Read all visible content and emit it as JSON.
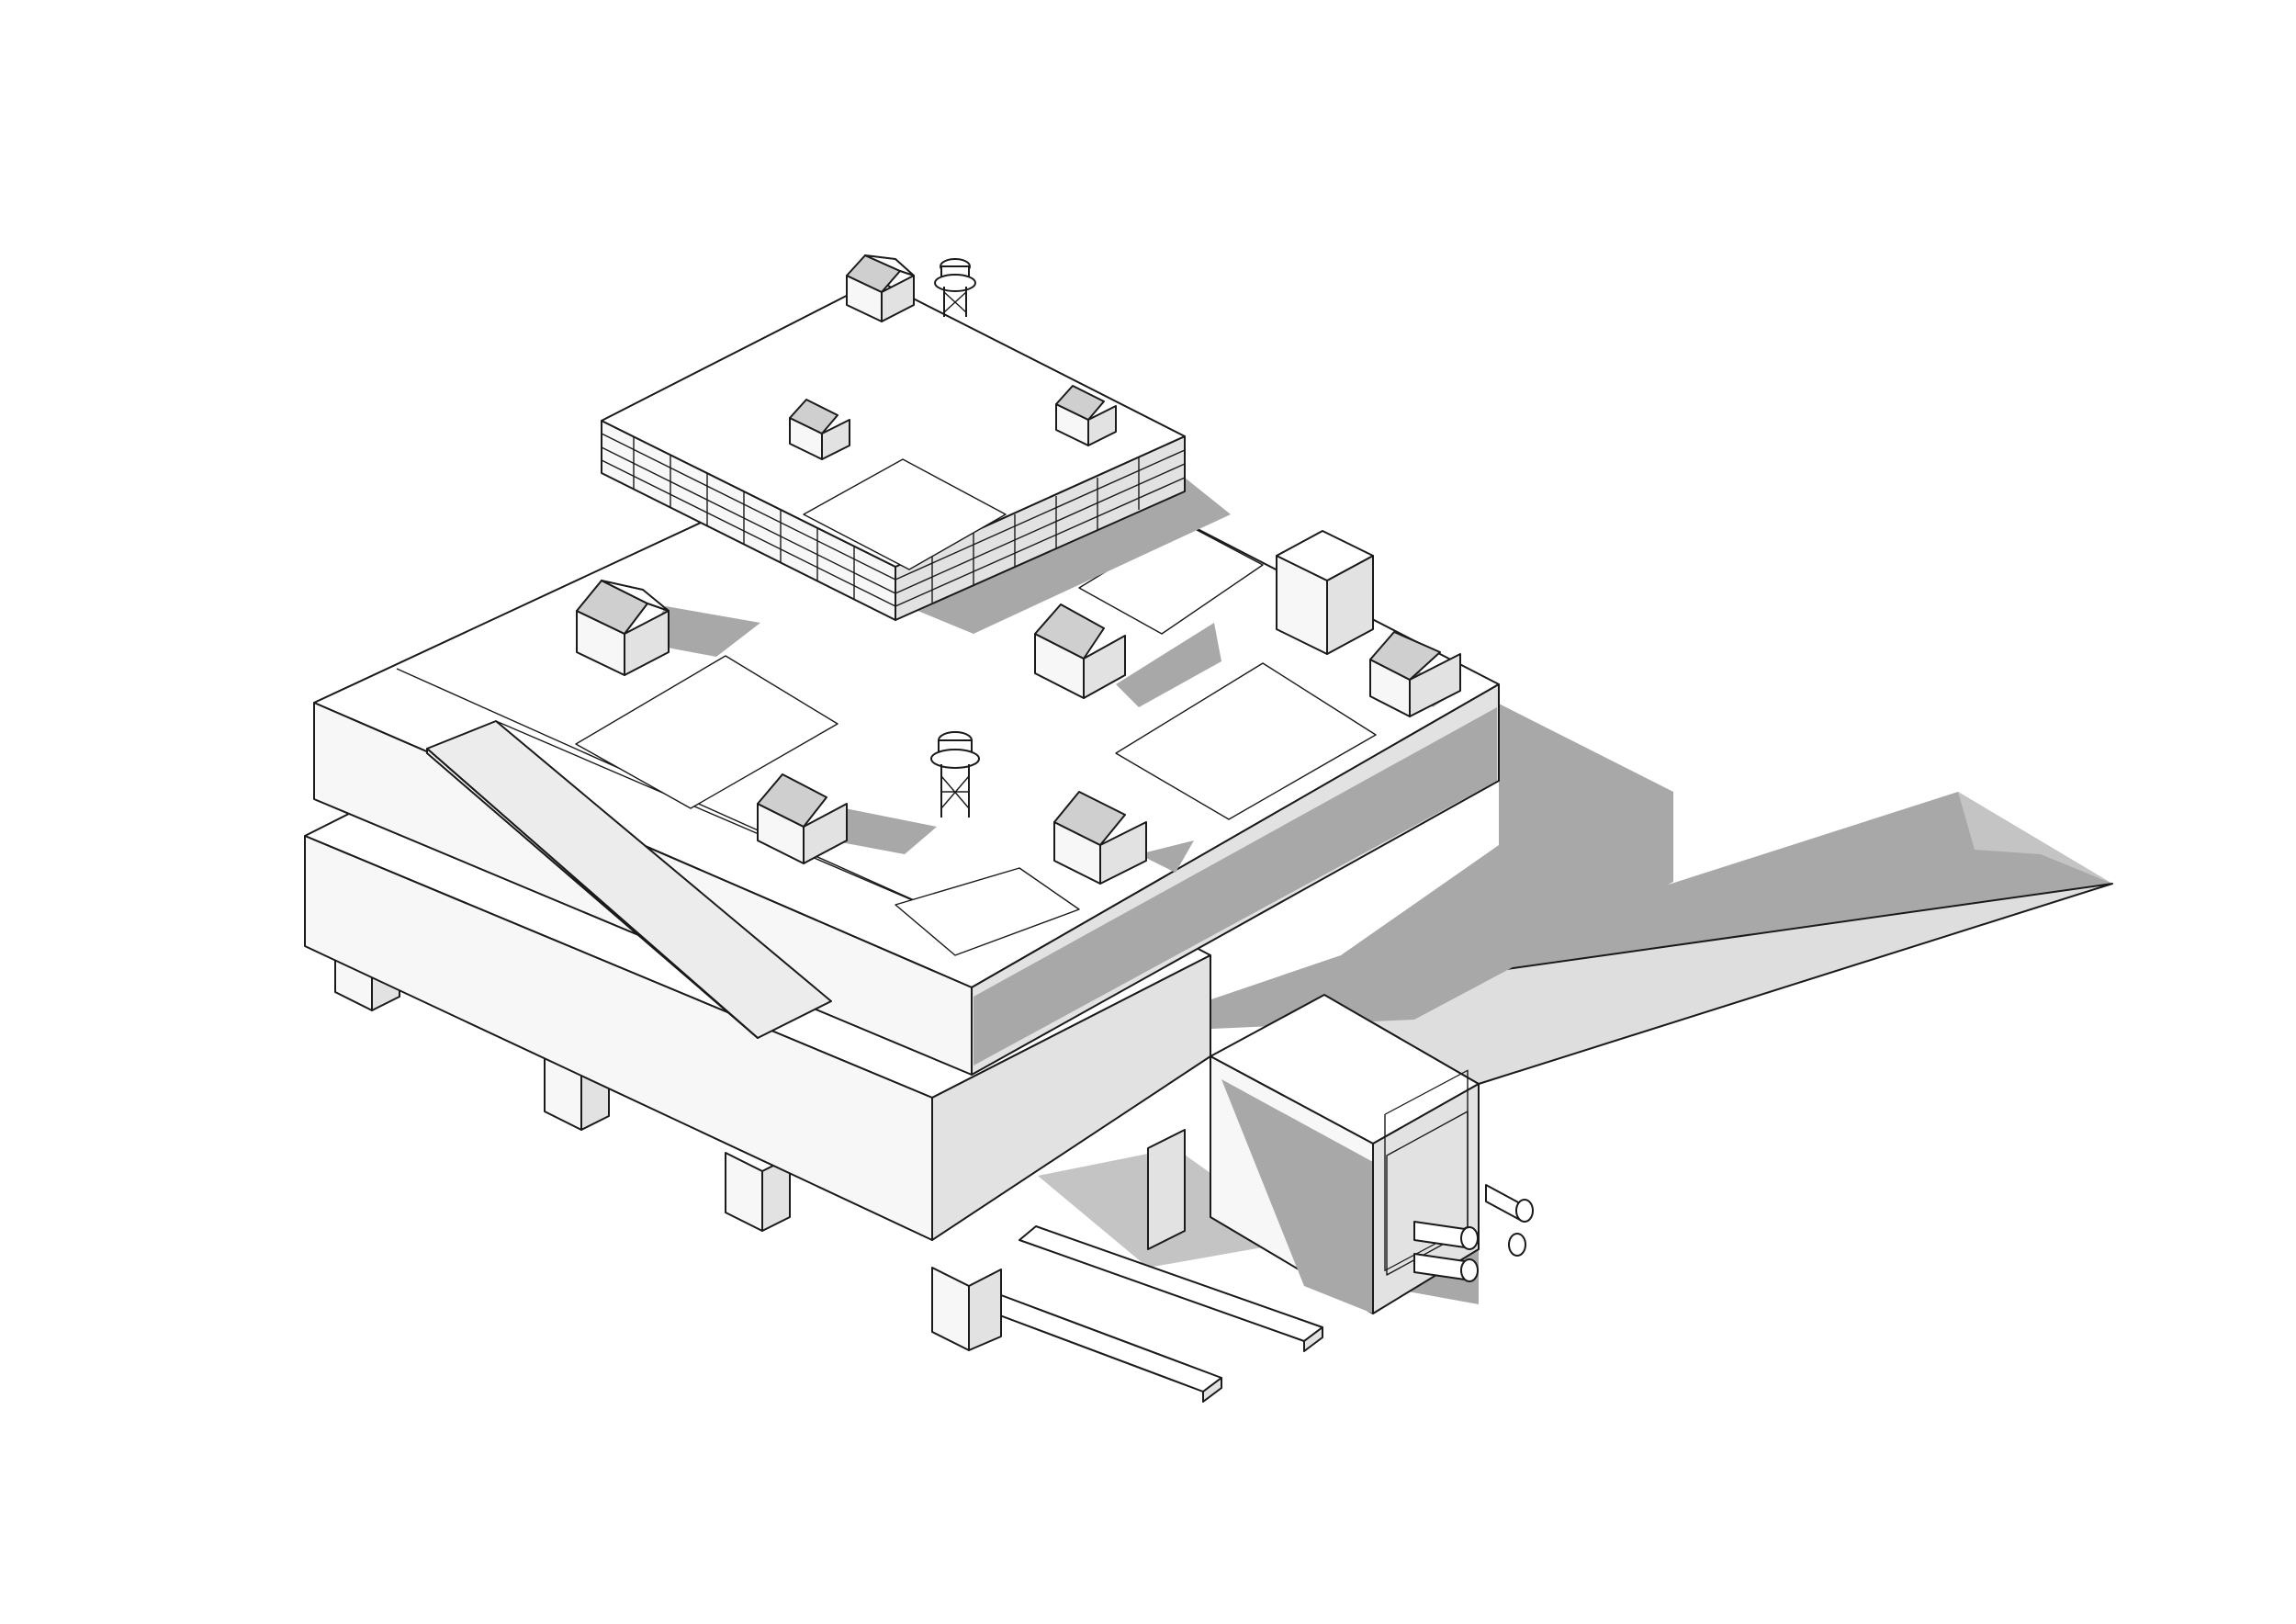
{
  "figure": {
    "kind": "isometric architectural axonometric",
    "colors": {
      "background": "#ffffff",
      "line": "#1a1a1a",
      "shadow": "#a8a8a8",
      "face_light": "#f7f7f7",
      "face_mid": "#e2e2e2",
      "ramp_fill": "#ececec"
    },
    "elements": [
      "lower-slab-on-columns",
      "middle-terrace-slab",
      "landscape-ramp",
      "upper-floating-platform",
      "lattice-facade",
      "gable-houses",
      "water-towers",
      "service-block",
      "pipe-outlets",
      "railway-tracks",
      "long-wedge-ramp"
    ]
  }
}
